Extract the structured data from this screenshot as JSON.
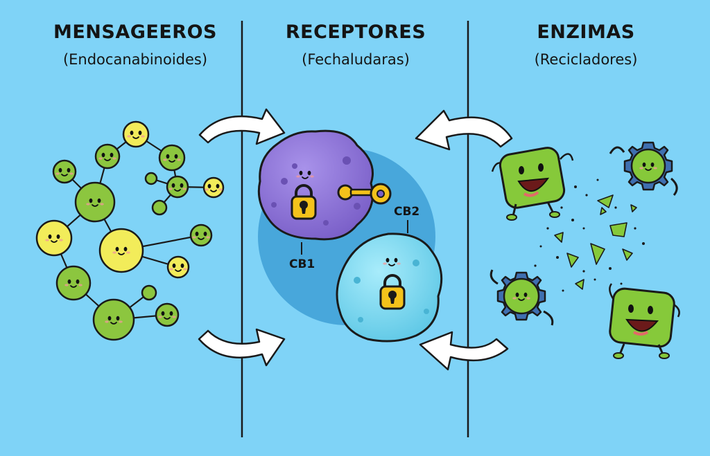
{
  "columns": [
    {
      "title": "MENSAGEEROS",
      "subtitle": "(Endocanabinoides)"
    },
    {
      "title": "RECEPTORES",
      "subtitle": "(Fechaludaras)"
    },
    {
      "title": "ENZIMAS",
      "subtitle": "(Recicladores)"
    }
  ],
  "receptors": {
    "cb1_label": "CB1",
    "cb2_label": "CB2"
  },
  "colors": {
    "background": "#7fd3f7",
    "divider": "#1a1a1a",
    "messenger_green": "#8cc63f",
    "messenger_yellow": "#f2ec5a",
    "cb1_purple": "#8a72d6",
    "cb2_cyan": "#7fdcf2",
    "lock_gold": "#f4c21b",
    "enzyme_green": "#86c93a",
    "gear_blue": "#3f6fb0"
  },
  "icons": [
    "curved-arrow-icon",
    "lock-icon",
    "key-icon",
    "gear-icon"
  ]
}
